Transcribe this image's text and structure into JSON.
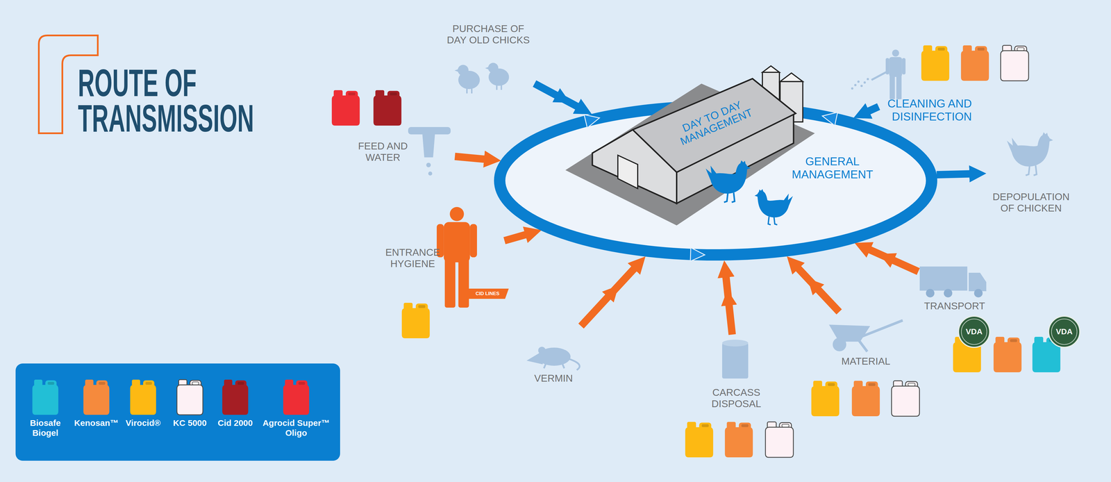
{
  "diagram": {
    "title": "ROUTE OF TRANSMISSION",
    "nodes": [
      {
        "text": [
          "GENERAL MANAGEMENT"
        ]
      },
      {
        "text": [
          "DAY TO DAY MANAGEMENT"
        ],
        "in": 0
      },
      {
        "text": [
          "PURCHASE OF DAY OLD CHICKS"
        ]
      },
      {
        "text": [
          "FEED AND WATER"
        ]
      },
      {
        "text": [
          "CLEANING AND DISINFECTION"
        ]
      },
      {
        "text": [
          "DEPOPULATION OF CHICKEN"
        ]
      },
      {
        "text": [
          "ENTRANCE HYGIENE"
        ]
      },
      {
        "text": [
          "VERMIN"
        ]
      },
      {
        "text": [
          "CARCASS DISPOSAL"
        ]
      },
      {
        "text": [
          "MATERIAL"
        ]
      },
      {
        "text": [
          "TRANSPORT"
        ]
      }
    ],
    "edges": [
      {
        "from": 2,
        "to": 0,
        "arrow": "to"
      },
      {
        "from": 3,
        "to": 0,
        "arrow": "to"
      },
      {
        "from": 4,
        "to": 0,
        "arrow": "to"
      },
      {
        "from": 0,
        "to": 5,
        "arrow": "to"
      },
      {
        "from": 6,
        "to": 0,
        "arrow": "to"
      },
      {
        "from": 7,
        "to": 0,
        "arrow": "to"
      },
      {
        "from": 8,
        "to": 0,
        "arrow": "to"
      },
      {
        "from": 9,
        "to": 0,
        "arrow": "to"
      },
      {
        "from": 10,
        "to": 0,
        "arrow": "to"
      }
    ],
    "labels": [
      "CID LINES",
      "VDA",
      "VDA"
    ],
    "legend": [
      {
        "text": "Biosafe Biogel",
        "color": "#22bfd6"
      },
      {
        "text": "Kenosan™",
        "color": "#f58a3d"
      },
      {
        "text": "Virocid®",
        "color": "#fdb913"
      },
      {
        "text": "KC 5000",
        "color": "#fdf1f5"
      },
      {
        "text": "Cid 2000",
        "color": "#a51e24"
      },
      {
        "text": "Agrocid Super™ Oligo",
        "color": "#ee2e35"
      }
    ]
  }
}
